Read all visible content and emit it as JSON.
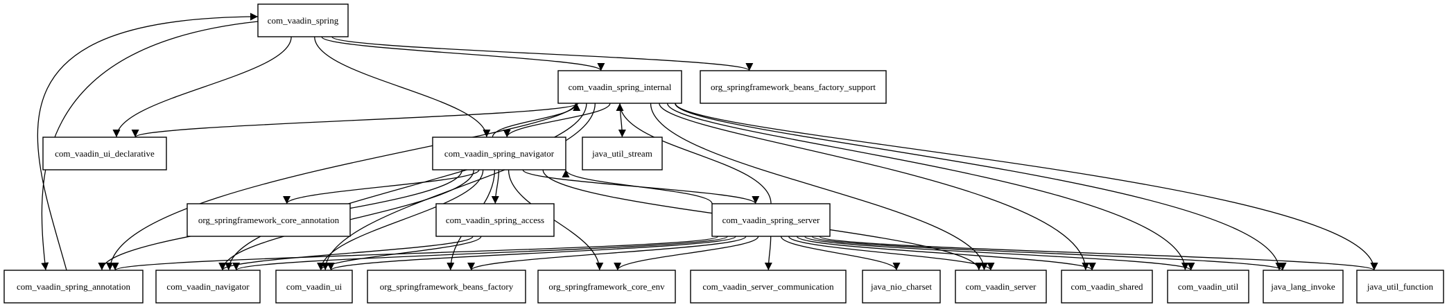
{
  "nodes": [
    {
      "id": "com_vaadin_spring",
      "label": "com_vaadin_spring"
    },
    {
      "id": "com_vaadin_spring_internal",
      "label": "com_vaadin_spring_internal"
    },
    {
      "id": "org_springframework_beans_factory_support",
      "label": "org_springframework_beans_factory_support"
    },
    {
      "id": "com_vaadin_ui_declarative",
      "label": "com_vaadin_ui_declarative"
    },
    {
      "id": "com_vaadin_spring_navigator",
      "label": "com_vaadin_spring_navigator"
    },
    {
      "id": "java_util_stream",
      "label": "java_util_stream"
    },
    {
      "id": "org_springframework_core_annotation",
      "label": "org_springframework_core_annotation"
    },
    {
      "id": "com_vaadin_spring_access",
      "label": "com_vaadin_spring_access"
    },
    {
      "id": "com_vaadin_spring_server",
      "label": "com_vaadin_spring_server"
    },
    {
      "id": "com_vaadin_spring_annotation",
      "label": "com_vaadin_spring_annotation"
    },
    {
      "id": "com_vaadin_navigator",
      "label": "com_vaadin_navigator"
    },
    {
      "id": "com_vaadin_ui",
      "label": "com_vaadin_ui"
    },
    {
      "id": "org_springframework_beans_factory",
      "label": "org_springframework_beans_factory"
    },
    {
      "id": "org_springframework_core_env",
      "label": "org_springframework_core_env"
    },
    {
      "id": "com_vaadin_server_communication",
      "label": "com_vaadin_server_communication"
    },
    {
      "id": "java_nio_charset",
      "label": "java_nio_charset"
    },
    {
      "id": "com_vaadin_server",
      "label": "com_vaadin_server"
    },
    {
      "id": "com_vaadin_shared",
      "label": "com_vaadin_shared"
    },
    {
      "id": "com_vaadin_util",
      "label": "com_vaadin_util"
    },
    {
      "id": "java_lang_invoke",
      "label": "java_lang_invoke"
    },
    {
      "id": "java_util_function",
      "label": "java_util_function"
    }
  ],
  "edges": [
    [
      "com_vaadin_spring",
      "com_vaadin_spring_internal"
    ],
    [
      "com_vaadin_spring",
      "org_springframework_beans_factory_support"
    ],
    [
      "com_vaadin_spring",
      "com_vaadin_ui_declarative"
    ],
    [
      "com_vaadin_spring",
      "com_vaadin_spring_navigator"
    ],
    [
      "com_vaadin_spring",
      "com_vaadin_spring_annotation"
    ],
    [
      "com_vaadin_spring_annotation",
      "com_vaadin_spring"
    ],
    [
      "com_vaadin_spring_internal",
      "com_vaadin_ui_declarative"
    ],
    [
      "com_vaadin_spring_internal",
      "com_vaadin_spring_navigator"
    ],
    [
      "com_vaadin_spring_navigator",
      "com_vaadin_spring_internal"
    ],
    [
      "com_vaadin_spring_internal",
      "java_util_stream"
    ],
    [
      "com_vaadin_spring_internal",
      "com_vaadin_spring_annotation"
    ],
    [
      "com_vaadin_spring_internal",
      "com_vaadin_navigator"
    ],
    [
      "com_vaadin_spring_internal",
      "com_vaadin_ui"
    ],
    [
      "com_vaadin_spring_internal",
      "com_vaadin_server"
    ],
    [
      "com_vaadin_spring_internal",
      "com_vaadin_shared"
    ],
    [
      "com_vaadin_spring_internal",
      "com_vaadin_util"
    ],
    [
      "com_vaadin_spring_internal",
      "java_lang_invoke"
    ],
    [
      "com_vaadin_spring_internal",
      "java_util_function"
    ],
    [
      "com_vaadin_spring_navigator",
      "org_springframework_core_annotation"
    ],
    [
      "com_vaadin_spring_navigator",
      "com_vaadin_spring_access"
    ],
    [
      "com_vaadin_spring_navigator",
      "com_vaadin_spring_server"
    ],
    [
      "com_vaadin_spring_server",
      "com_vaadin_spring_navigator"
    ],
    [
      "com_vaadin_spring_navigator",
      "com_vaadin_spring_annotation"
    ],
    [
      "com_vaadin_spring_navigator",
      "com_vaadin_navigator"
    ],
    [
      "com_vaadin_spring_navigator",
      "com_vaadin_ui"
    ],
    [
      "com_vaadin_spring_navigator",
      "org_springframework_beans_factory"
    ],
    [
      "com_vaadin_spring_navigator",
      "org_springframework_core_env"
    ],
    [
      "com_vaadin_spring_navigator",
      "com_vaadin_server"
    ],
    [
      "com_vaadin_spring_access",
      "com_vaadin_navigator"
    ],
    [
      "com_vaadin_spring_access",
      "com_vaadin_ui"
    ],
    [
      "com_vaadin_spring_server",
      "com_vaadin_spring_internal"
    ],
    [
      "com_vaadin_spring_server",
      "com_vaadin_spring_annotation"
    ],
    [
      "com_vaadin_spring_server",
      "com_vaadin_navigator"
    ],
    [
      "com_vaadin_spring_server",
      "com_vaadin_ui"
    ],
    [
      "com_vaadin_spring_server",
      "org_springframework_beans_factory"
    ],
    [
      "com_vaadin_spring_server",
      "org_springframework_core_env"
    ],
    [
      "com_vaadin_spring_server",
      "com_vaadin_server_communication"
    ],
    [
      "com_vaadin_spring_server",
      "java_nio_charset"
    ],
    [
      "com_vaadin_spring_server",
      "com_vaadin_server"
    ],
    [
      "com_vaadin_spring_server",
      "com_vaadin_shared"
    ],
    [
      "com_vaadin_spring_server",
      "com_vaadin_util"
    ],
    [
      "com_vaadin_spring_server",
      "java_lang_invoke"
    ],
    [
      "com_vaadin_spring_server",
      "java_util_function"
    ]
  ]
}
